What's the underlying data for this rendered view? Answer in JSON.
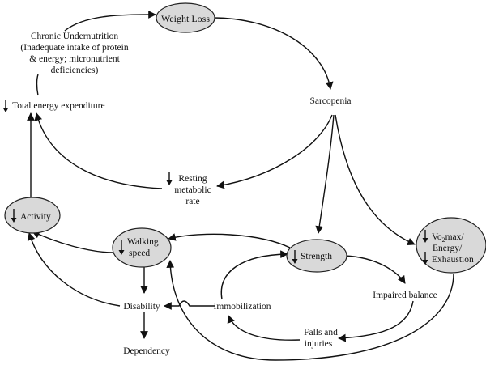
{
  "nodes": {
    "weight_loss": "Weight Loss",
    "chronic": [
      "Chronic Undernutrition",
      "(Inadequate intake of protein",
      "& energy; micronutrient",
      "deficiencies)"
    ],
    "total_energy": "Total energy expenditure",
    "sarcopenia": "Sarcopenia",
    "resting": [
      "Resting",
      "metabolic",
      "rate"
    ],
    "activity": "Activity",
    "walking": [
      "Walking",
      "speed"
    ],
    "strength": "Strength",
    "vo2": [
      "Vo",
      "2",
      "max/",
      "Energy/",
      "Exhaustion"
    ],
    "impaired_balance": "Impaired balance",
    "disability": "Disability",
    "immobilization": "Immobilization",
    "falls": [
      "Falls and",
      "injuries"
    ],
    "dependency": "Dependency"
  },
  "colors": {
    "node_fill": "#d9d9d9",
    "ink": "#111111"
  }
}
